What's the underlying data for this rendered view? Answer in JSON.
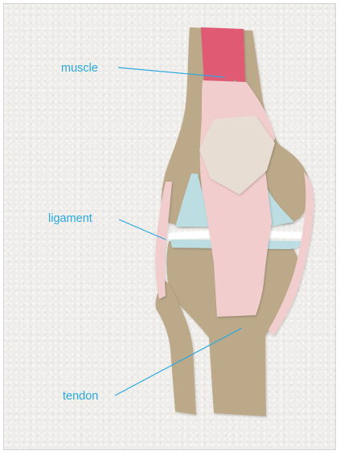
{
  "labels": {
    "muscle": "muscle",
    "ligament": "ligament",
    "tendon": "tendon"
  },
  "colors": {
    "background": "#efedea",
    "bone": "#bba98a",
    "muscle": "#e05a73",
    "tendon": "#f2cdcd",
    "kneecap": "#e7ddd2",
    "cartilage": "#bcdde1",
    "joint_gap": "#ffffff",
    "label": "#27a9df"
  }
}
